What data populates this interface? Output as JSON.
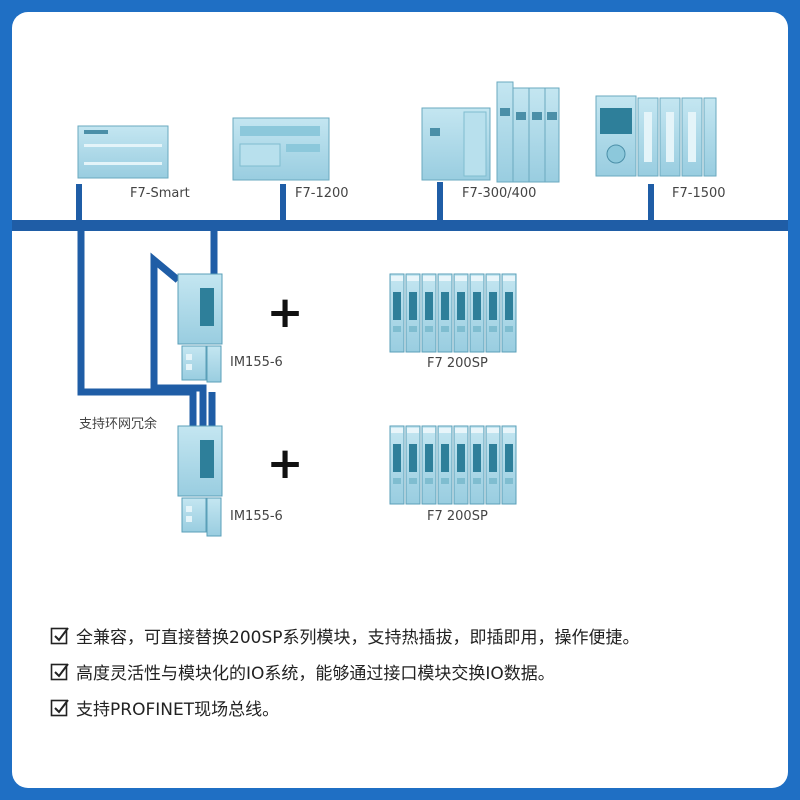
{
  "controllers": [
    {
      "label": "F7-Smart"
    },
    {
      "label": "F7-1200"
    },
    {
      "label": "F7-300/400"
    },
    {
      "label": "F7-1500"
    }
  ],
  "modules": [
    {
      "im_label": "IM155-6",
      "io_label": "F7 200SP"
    },
    {
      "im_label": "IM155-6",
      "io_label": "F7 200SP"
    }
  ],
  "ring_label": "支持环网冗余",
  "plus_sign": "+",
  "features": [
    {
      "text": "全兼容，可直接替换200SP系列模块，支持热插拔，即插即用，操作便捷。"
    },
    {
      "text": "高度灵活性与模块化的IO系统，能够通过接口模块交换IO数据。"
    },
    {
      "text": "支持PROFINET现场总线。"
    }
  ],
  "colors": {
    "frame": "#1f6fc4",
    "bus": "#1f5da6",
    "device": "#a9d6e6",
    "device_dark": "#2e7f9a"
  }
}
